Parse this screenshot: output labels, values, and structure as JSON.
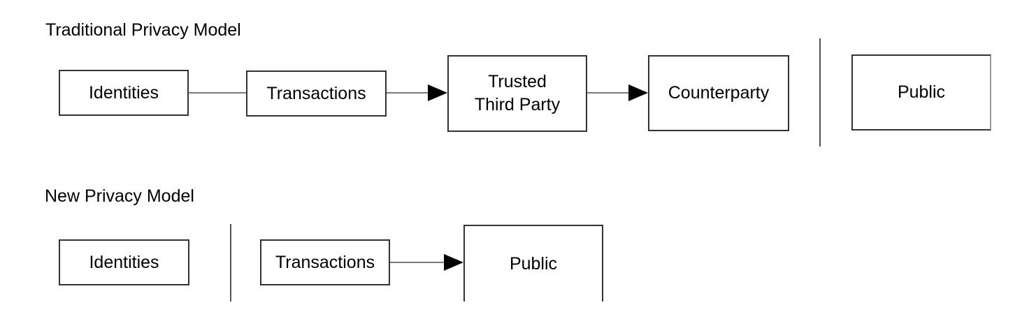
{
  "colors": {
    "background": "#ffffff",
    "text": "#000000",
    "box_border": "#333333",
    "connector": "#7a7a7a",
    "divider": "#555555",
    "arrowhead": "#000000"
  },
  "traditional_model": {
    "title": "Traditional Privacy Model",
    "identities": "Identities",
    "transactions": "Transactions",
    "trusted_third_party_line1": "Trusted",
    "trusted_third_party_line2": "Third Party",
    "counterparty": "Counterparty",
    "public": "Public"
  },
  "new_model": {
    "title": "New Privacy Model",
    "identities": "Identities",
    "transactions": "Transactions",
    "public": "Public"
  }
}
